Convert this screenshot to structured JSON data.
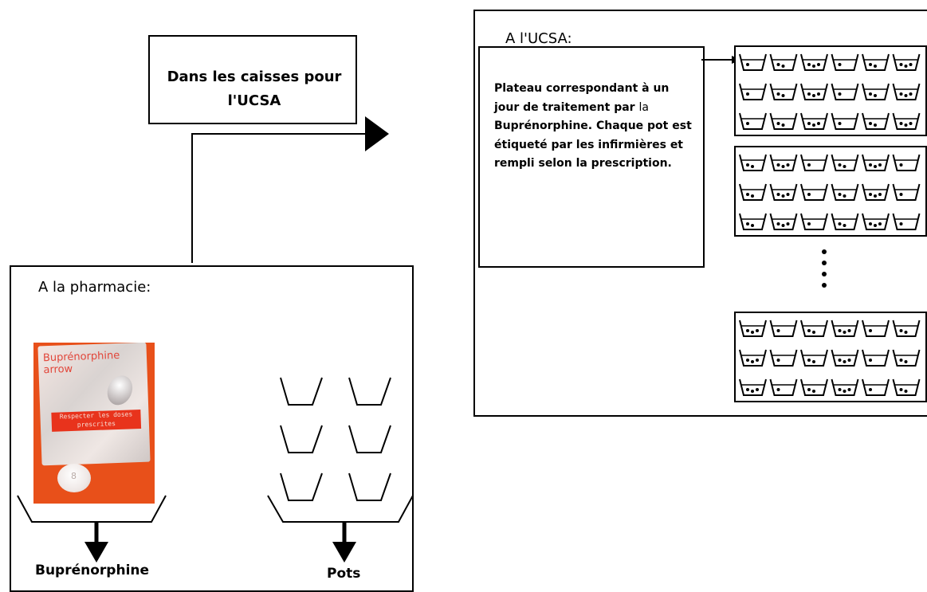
{
  "caisses_label": "Dans les caisses pour l'UCSA",
  "pharmacie_title": "A la pharmacie:",
  "ucsa_title": "A l'UCSA:",
  "plateau_text_part1": "Plateau correspondant à un jour de traitement par ",
  "plateau_text_la": "la",
  "plateau_text_part2": " Buprénorphine. Chaque pot est étiqueté par les infirmières et rempli selon la prescription.",
  "bupre_label": "Buprénorphine",
  "pots_label": "Pots",
  "photo": {
    "foil_title": "Buprénorphine arrow",
    "foil_warning": "Respecter les doses prescrites",
    "tablet_mark": "8"
  }
}
